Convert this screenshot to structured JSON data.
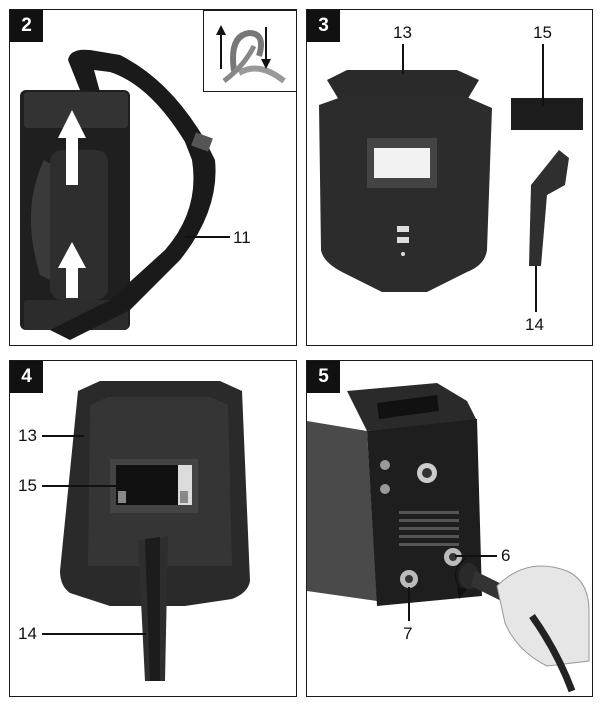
{
  "figures": [
    {
      "id": "2",
      "callouts": [
        "11"
      ]
    },
    {
      "id": "3",
      "callouts": [
        "13",
        "15",
        "14"
      ]
    },
    {
      "id": "4",
      "callouts": [
        "13",
        "15",
        "14"
      ]
    },
    {
      "id": "5",
      "callouts": [
        "6",
        "7"
      ]
    }
  ],
  "colors": {
    "ink": "#111111",
    "dark_plastic": "#2b2b2b",
    "mid_gray": "#6a6a6a",
    "light_gray": "#bdbdbd"
  }
}
